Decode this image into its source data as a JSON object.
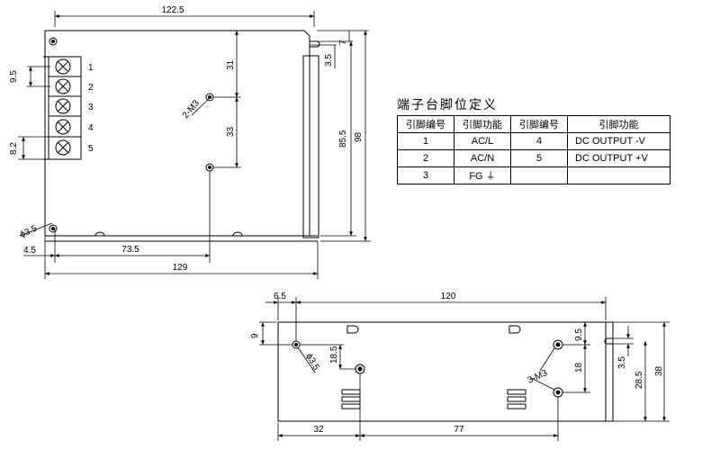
{
  "top_view": {
    "dims": {
      "overall_width": "122.5",
      "right_offset": "7",
      "slot_offset": "3.5",
      "terminal_pitch": "9.5",
      "terminal_edge": "8.2",
      "upper_hole": "31",
      "hole_pitch": "33",
      "screw_label": "2-M3",
      "inner_height": "85.5",
      "overall_height": "98",
      "hole_dia": "ϕ3.5",
      "left_offset": "4.5",
      "hole_x": "73.5",
      "base_width": "129"
    },
    "terminals": [
      "1",
      "2",
      "3",
      "4",
      "5"
    ]
  },
  "bottom_view": {
    "dims": {
      "left_offset": "6.5",
      "overall_width": "120",
      "hole_y": "9",
      "hole_gap": "18.5",
      "hole_dia": "ϕ3.5",
      "right_hole_top": "9.5",
      "right_hole_gap": "18",
      "screw_label": "3-M3",
      "slot_offset": "3.5",
      "inner_height": "28.5",
      "overall_height": "38",
      "hole_x": "32",
      "hole_spacing": "77"
    }
  },
  "pin_table": {
    "title": "端子台脚位定义",
    "headers": [
      "引脚编号",
      "引脚功能",
      "引脚编号",
      "引脚功能"
    ],
    "rows": [
      {
        "pin_a": "1",
        "func_a": "AC/L",
        "pin_b": "4",
        "func_b": "DC OUTPUT -V"
      },
      {
        "pin_a": "2",
        "func_a": "AC/N",
        "pin_b": "5",
        "func_b": "DC OUTPUT +V"
      },
      {
        "pin_a": "3",
        "func_a": "FG ⏚",
        "pin_b": "",
        "func_b": ""
      }
    ]
  }
}
